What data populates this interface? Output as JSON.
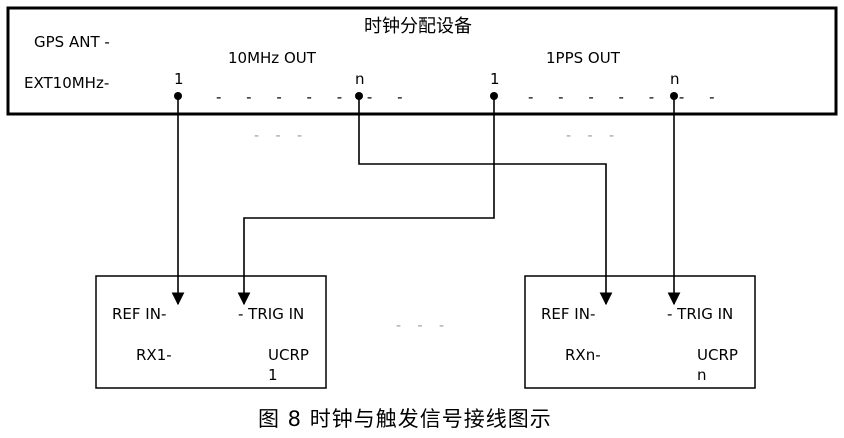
{
  "device": {
    "title": "时钟分配设备",
    "gps_ant": "GPS ANT -",
    "ext10mhz": "EXT10MHz-",
    "group_10mhz": "10MHz OUT",
    "group_1pps": "1PPS OUT",
    "ports": {
      "p10_first": "1",
      "p10_last": "n",
      "pps_first": "1",
      "pps_last": "n"
    },
    "ellipsis_ports": "- - - - - - -",
    "ellipsis_ports_2": "- - - - - - -"
  },
  "gaps": {
    "left": "- - -",
    "right": "- - -",
    "between_receivers": "- - -"
  },
  "receivers": [
    {
      "refin": "REF IN-",
      "trig": "- TRIG IN",
      "name": "RX1-",
      "ucrp": "UCRP",
      "index": "1"
    },
    {
      "refin": "REF IN-",
      "trig": "- TRIG IN",
      "name": "RXn-",
      "ucrp": "UCRP",
      "index": "n"
    }
  ],
  "caption": "图 8 时钟与触发信号接线图示"
}
